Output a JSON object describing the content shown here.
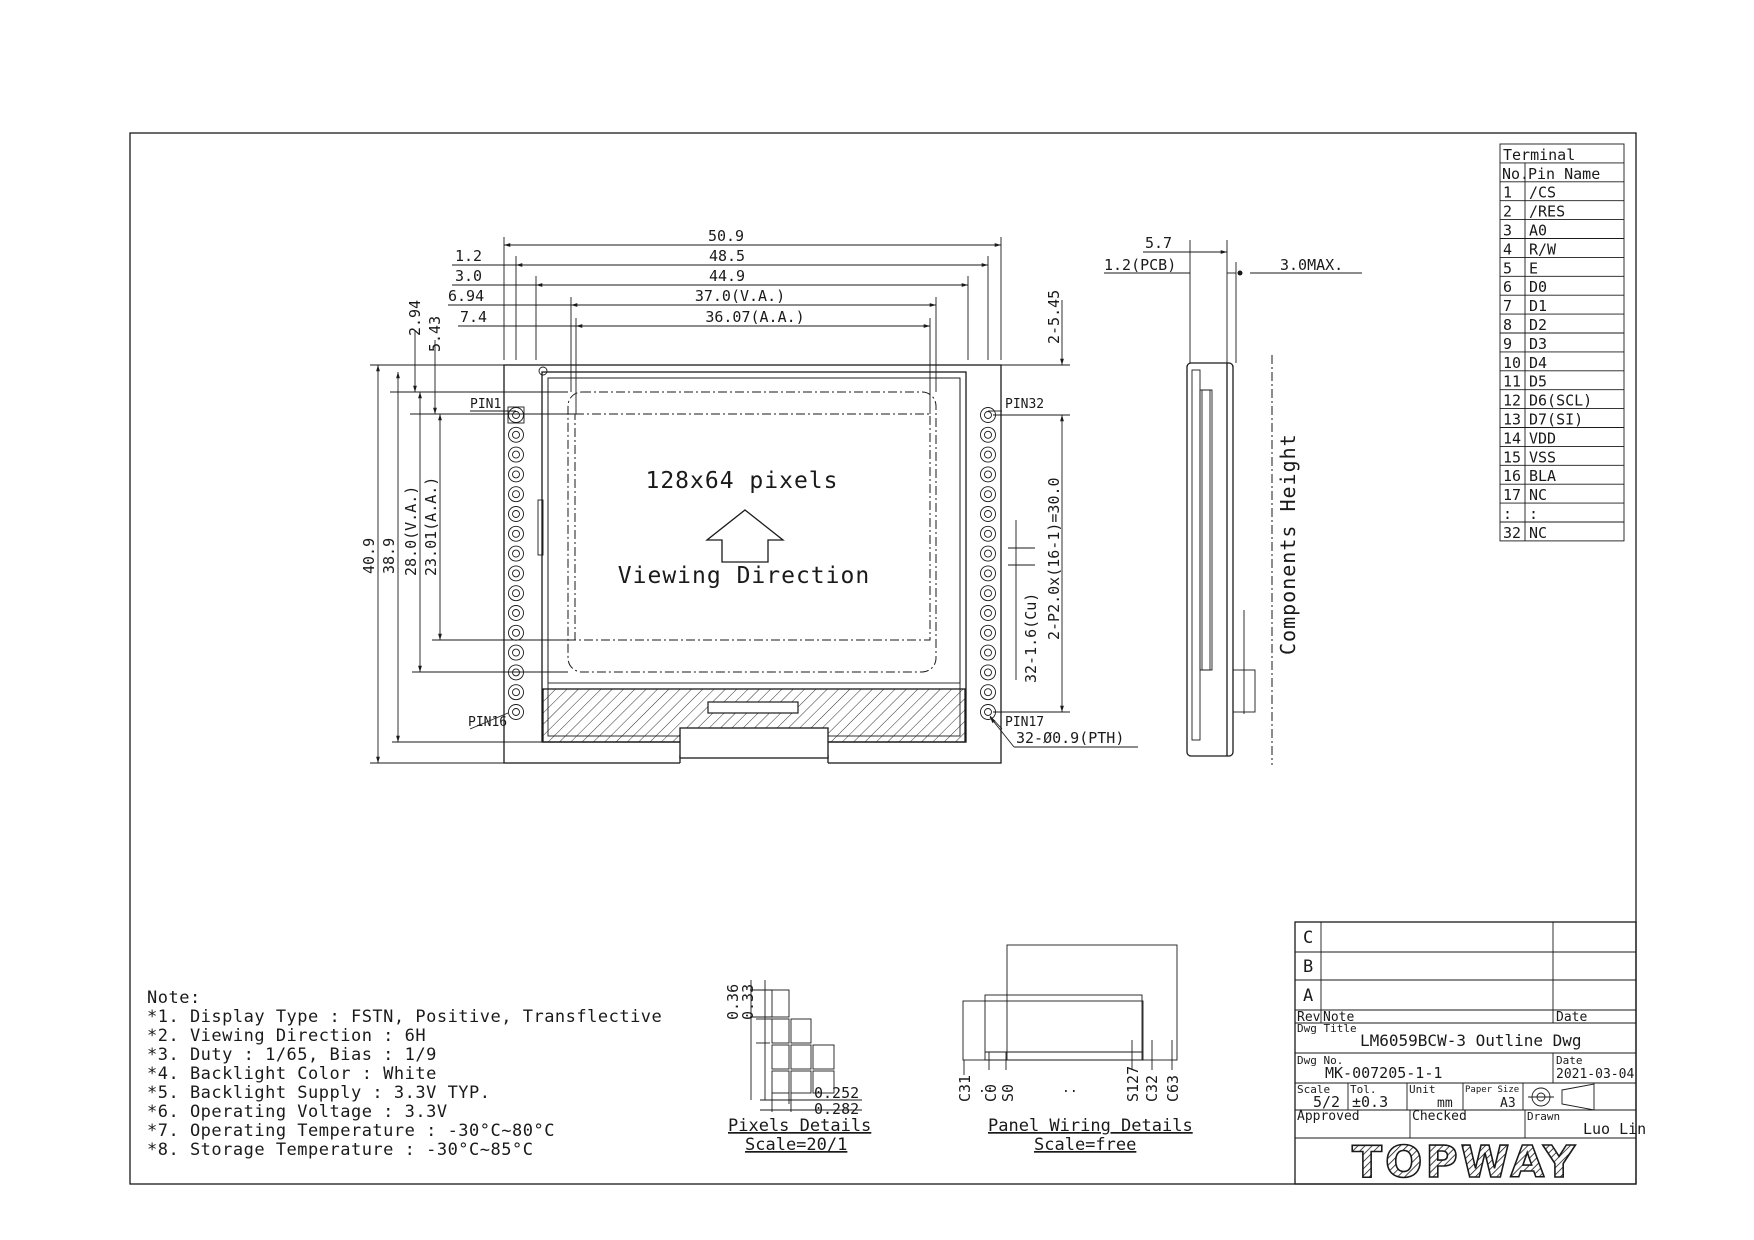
{
  "drawing": {
    "overall_dims": [
      "50.9",
      "48.5",
      "44.9",
      "37.0(V.A.)",
      "36.07(A.A.)"
    ],
    "left_offsets": [
      "1.2",
      "3.0",
      "6.94",
      "7.4"
    ],
    "top_offsets": [
      "2.94",
      "5.43"
    ],
    "vertical_dims": [
      "40.9",
      "38.9",
      "28.0(V.A.)",
      "23.01(A.A.)"
    ],
    "hole_dim": "2-5.45",
    "pitch_dim": "2-P2.0x(16-1)=30.0",
    "pad_dim": "32-1.6(Cu)",
    "pth_dim": "32-Ø0.9(PTH)",
    "pin_labels": {
      "pin1": "PIN1",
      "pin16": "PIN16",
      "pin32": "PIN32",
      "pin17": "PIN17"
    },
    "screen_text": "128x64 pixels",
    "viewing_text": "Viewing Direction",
    "side": {
      "d57": "5.7",
      "pcb": "1.2(PCB)",
      "max": "3.0MAX.",
      "comp": "Components Height"
    }
  },
  "terminal": {
    "title": "Terminal",
    "head_no": "No.",
    "head_name": "Pin Name",
    "rows": [
      {
        "no": "1",
        "name": "/CS"
      },
      {
        "no": "2",
        "name": "/RES"
      },
      {
        "no": "3",
        "name": "A0"
      },
      {
        "no": "4",
        "name": "R/W"
      },
      {
        "no": "5",
        "name": "E"
      },
      {
        "no": "6",
        "name": "D0"
      },
      {
        "no": "7",
        "name": "D1"
      },
      {
        "no": "8",
        "name": "D2"
      },
      {
        "no": "9",
        "name": "D3"
      },
      {
        "no": "10",
        "name": "D4"
      },
      {
        "no": "11",
        "name": "D5"
      },
      {
        "no": "12",
        "name": "D6(SCL)"
      },
      {
        "no": "13",
        "name": "D7(SI)"
      },
      {
        "no": "14",
        "name": "VDD"
      },
      {
        "no": "15",
        "name": "VSS"
      },
      {
        "no": "16",
        "name": "BLA"
      },
      {
        "no": "17",
        "name": "NC"
      },
      {
        "no": ":",
        "name": ":"
      },
      {
        "no": "32",
        "name": "NC"
      }
    ]
  },
  "notes": {
    "title": "Note:",
    "items": [
      "*1. Display Type : FSTN, Positive, Transflective",
      "*2. Viewing Direction : 6H",
      "*3. Duty : 1/65, Bias : 1/9",
      "*4. Backlight Color : White",
      "*5. Backlight Supply : 3.3V TYP.",
      "*6. Operating Voltage : 3.3V",
      "*7. Operating Temperature : -30°C~80°C",
      "*8. Storage Temperature : -30°C~85°C"
    ]
  },
  "pixel_details": {
    "d036": "0.36",
    "d033": "0.33",
    "d0252": "0.252",
    "d0282": "0.282",
    "title": "Pixels Details",
    "scale": "Scale=20/1"
  },
  "panel_wiring": {
    "labels": [
      "C31",
      "C0",
      "S0",
      "S127",
      "C32",
      "C63"
    ],
    "dots": "..",
    "title": "Panel Wiring Details",
    "scale": "Scale=free"
  },
  "title_block": {
    "rev_rows": [
      "C",
      "B",
      "A"
    ],
    "rev": "Rev",
    "note": "Note",
    "date": "Date",
    "dwg_title_label": "Dwg Title",
    "dwg_title": "LM6059BCW-3 Outline Dwg",
    "dwg_no_label": "Dwg No.",
    "dwg_no": "MK-007205-1-1",
    "date_label": "Date",
    "date_value": "2021-03-04",
    "scale_label": "Scale",
    "scale_value": "5/2",
    "tol_label": "Tol.",
    "tol_value": "±0.3",
    "unit_label": "Unit",
    "unit_value": "mm",
    "paper_label": "Paper Size",
    "paper_value": "A3",
    "approved": "Approved",
    "checked": "Checked",
    "drawn_label": "Drawn",
    "drawn_value": "Luo Lin",
    "logo": "TOPWAY"
  }
}
